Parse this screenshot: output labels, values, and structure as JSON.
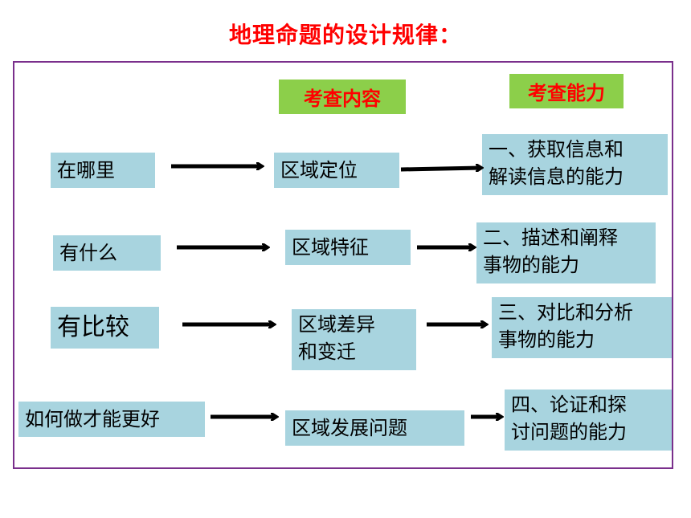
{
  "title": "地理命题的设计规律：",
  "headers": {
    "content": "考查内容",
    "ability": "考查能力"
  },
  "rows": [
    {
      "question": "在哪里",
      "content": "区域定位",
      "ability": "一、获取信息和\n解读信息的能力"
    },
    {
      "question": "有什么",
      "content": "区域特征",
      "ability": "二、描述和阐释\n事物的能力"
    },
    {
      "question": "有比较",
      "content": "区域差异\n和变迁",
      "ability": "三、对比和分析\n事物的能力"
    },
    {
      "question": "如何做才能更好",
      "content": "区域发展问题",
      "ability": "四、论证和探\n讨问题的能力"
    }
  ],
  "colors": {
    "title": "#ff0000",
    "header_bg": "#8ccf4a",
    "box_bg": "#a8d4df",
    "frame": "#7a2f8c",
    "arrow": "#000000"
  }
}
